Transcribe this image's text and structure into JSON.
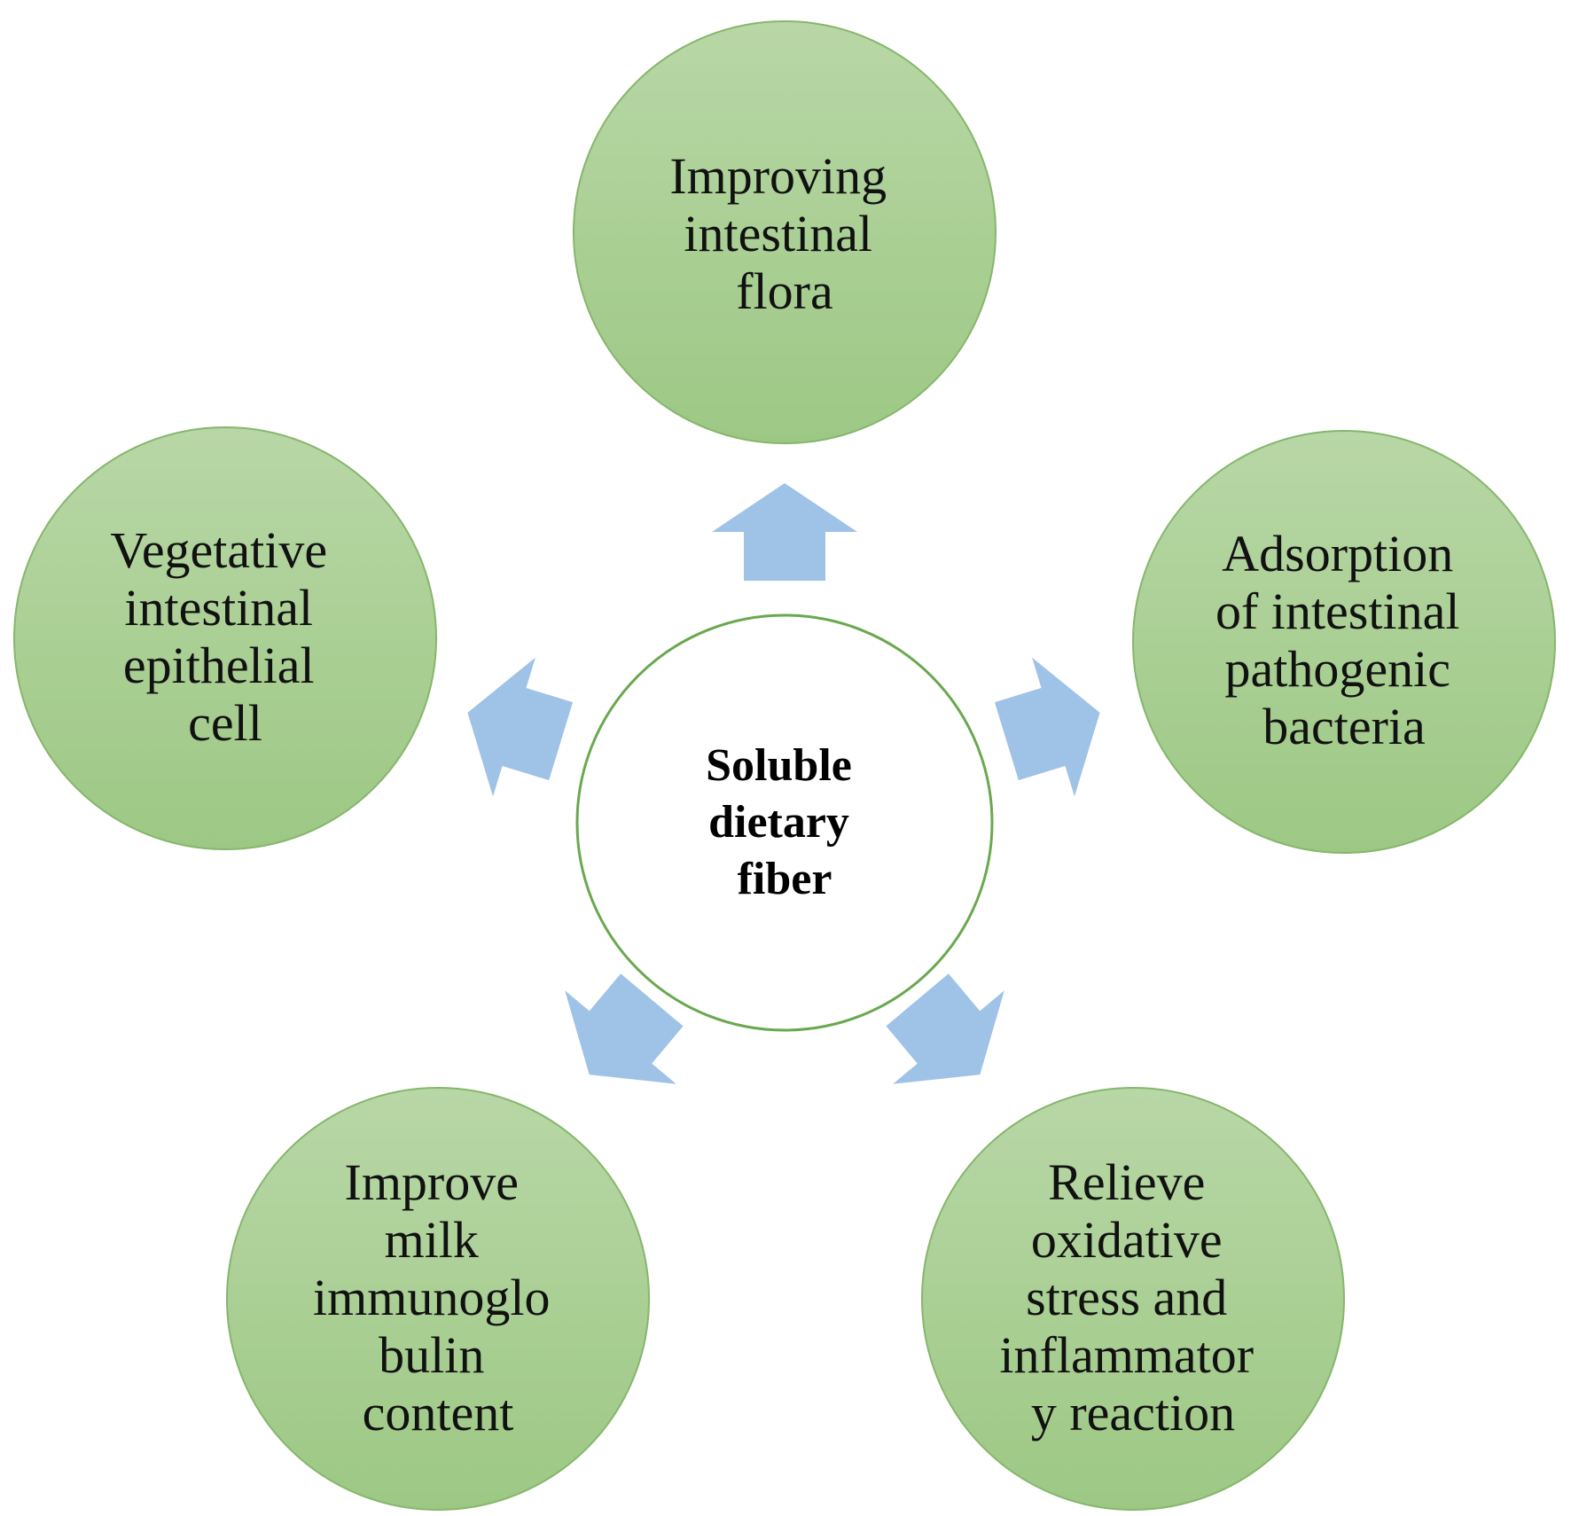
{
  "diagram": {
    "center": {
      "lines": [
        "Soluble",
        "dietary",
        "fiber"
      ]
    },
    "nodes": [
      {
        "id": "top",
        "lines": [
          "Improving",
          "intestinal",
          "flora"
        ]
      },
      {
        "id": "right",
        "lines": [
          "Adsorption",
          "of intestinal",
          "pathogenic",
          "bacteria"
        ]
      },
      {
        "id": "bottom-right",
        "lines": [
          "Relieve",
          "oxidative",
          "stress and",
          "inflammator",
          "y reaction"
        ]
      },
      {
        "id": "bottom-left",
        "lines": [
          "Improve",
          "milk",
          "immunoglo",
          "bulin",
          "content"
        ]
      },
      {
        "id": "left",
        "lines": [
          "Vegetative",
          "intestinal",
          "epithelial",
          "cell"
        ]
      }
    ],
    "colors": {
      "node_fill_top": "#b8d7a6",
      "node_fill_bottom": "#9dc884",
      "node_stroke": "#86b66c",
      "center_stroke": "#6aa84f",
      "arrow": "#9fc2e7"
    }
  }
}
